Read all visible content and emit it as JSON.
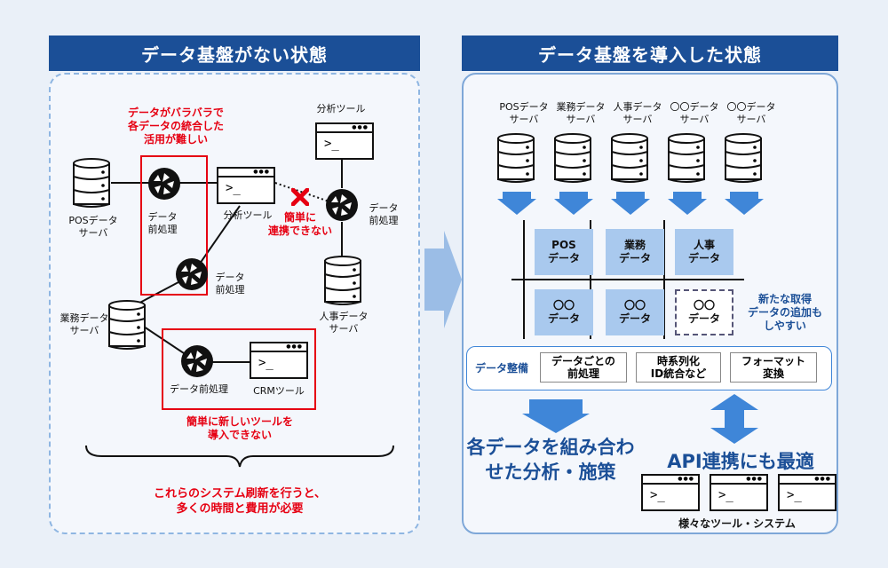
{
  "left": {
    "title": "データ基盤がない状態",
    "pos_server": "POSデータ\nサーバ",
    "biz_server": "業務データ\nサーバ",
    "hr_server": "人事データ\nサーバ",
    "analysis_tool_top": "分析ツール",
    "analysis_tool_mid": "分析ツール",
    "preproc_1": "データ\n前処理",
    "preproc_2": "データ\n前処理",
    "preproc_3": "データ\n前処理",
    "preproc_crm": "データ前処理",
    "crm_tool": "CRMツール",
    "note_scattered": "データがバラバラで\n各データの統合した\n活用が難しい",
    "note_no_link": "簡単に\n連携できない",
    "note_no_new_tool": "簡単に新しいツールを\n導入できない",
    "note_cost": "これらのシステム刷新を行うと、\n多くの時間と費用が必要"
  },
  "right": {
    "title": "データ基盤を導入した状態",
    "servers": [
      "POSデータ\nサーバ",
      "業務データ\nサーバ",
      "人事データ\nサーバ",
      "〇〇データ\nサーバ",
      "〇〇データ\nサーバ"
    ],
    "cells": [
      "POS\nデータ",
      "業務\nデータ",
      "人事\nデータ",
      "〇〇\nデータ",
      "〇〇\nデータ",
      "〇〇\nデータ"
    ],
    "note_new_data": "新たな取得\nデータの追加も\nしやすい",
    "prep_label": "データ整備",
    "prep_items": [
      "データごとの\n前処理",
      "時系列化\nID統合など",
      "フォーマット\n変換"
    ],
    "combine_text": "各データを組み合わ\nせた分析・施策",
    "api_text": "API連携にも最適",
    "tools_label": "様々なツール・システム"
  },
  "colors": {
    "header": "#1b4f97",
    "accent_red": "#e60012",
    "cell_blue": "#a9c9ee"
  }
}
